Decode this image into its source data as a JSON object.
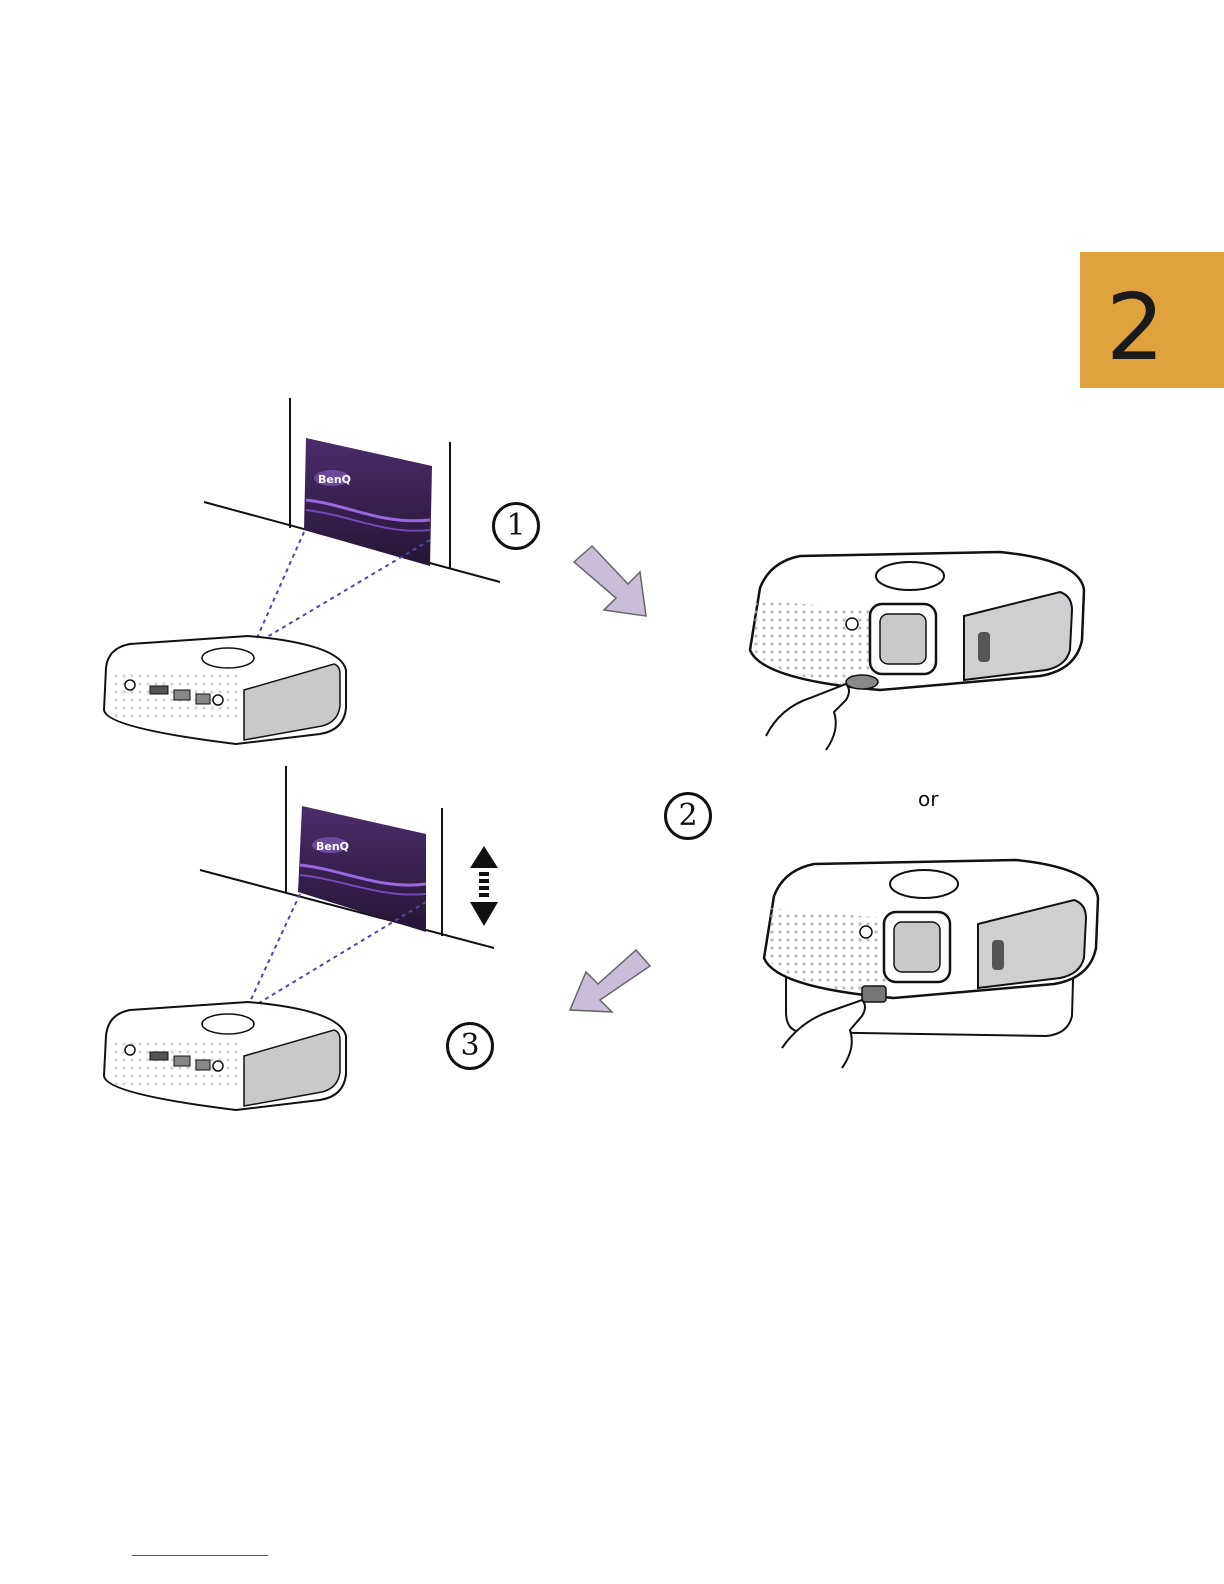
{
  "chapter": {
    "number": "2",
    "color": "#e0a23c"
  },
  "steps": [
    "1",
    "2",
    "3"
  ],
  "or_label": "or",
  "screen": {
    "brand": "BenQ"
  },
  "colors": {
    "screen_purple": "#3c2558",
    "arrow": "#c9bdd8",
    "projector_gray": "#cfcfd2"
  },
  "icons": [
    "arrow-down-right-icon",
    "arrow-down-left-icon",
    "up-down-arrow-icon"
  ]
}
